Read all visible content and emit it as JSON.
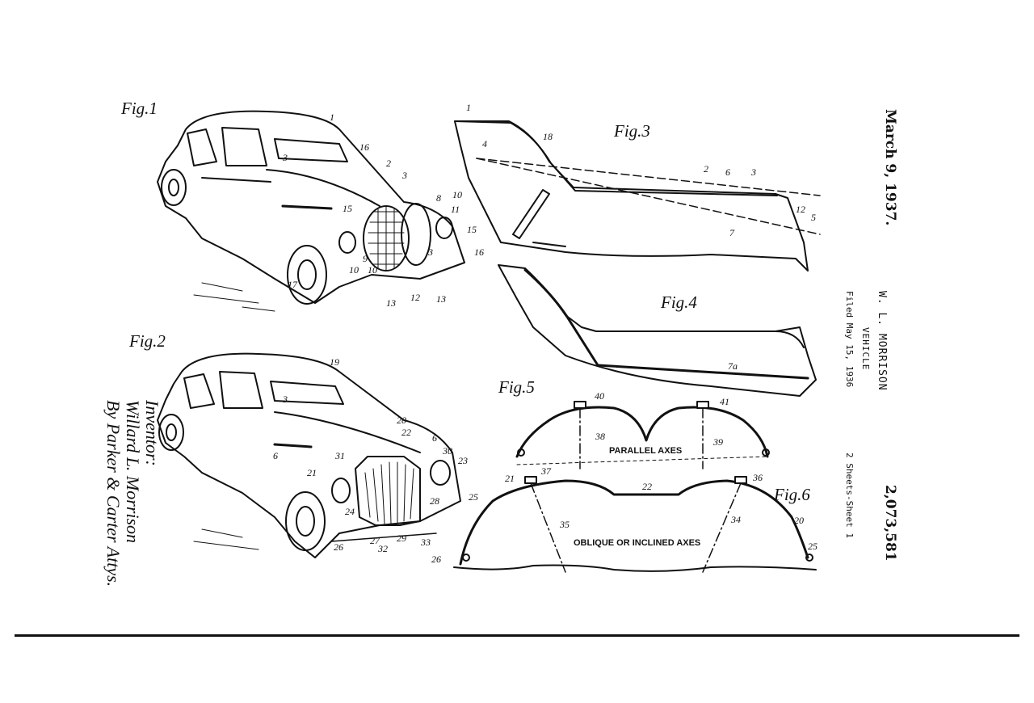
{
  "header": {
    "date": "March 9, 1937.",
    "inventor": "W. L. MORRISON",
    "title": "VEHICLE",
    "filed": "Filed May 15, 1936",
    "sheets": "2 Sheets-Sheet 1",
    "patent_number": "2,073,581"
  },
  "inventor_signature": {
    "line1": "Inventor:",
    "line2": "Willard L. Morrison",
    "line3": "By Parker & Carter Attys."
  },
  "figures": {
    "fig1": "Fig.1",
    "fig2": "Fig.2",
    "fig3": "Fig.3",
    "fig4": "Fig.4",
    "fig5": "Fig.5",
    "fig6": "Fig.6"
  },
  "annotations": {
    "parallel_axes": "PARALLEL AXES",
    "oblique_axes": "OBLIQUE OR INCLINED AXES"
  },
  "reference_numerals": {
    "fig1": [
      "1",
      "16",
      "2",
      "3",
      "3",
      "8",
      "10",
      "11",
      "15",
      "15",
      "16",
      "9",
      "10",
      "10",
      "3",
      "17",
      "13",
      "12",
      "13"
    ],
    "fig2": [
      "19",
      "3",
      "20",
      "22",
      "6",
      "30",
      "6",
      "31",
      "23",
      "21",
      "25",
      "24",
      "28",
      "27",
      "29",
      "32",
      "33",
      "26"
    ],
    "fig3": [
      "1",
      "18",
      "4",
      "2",
      "6",
      "3",
      "12",
      "5",
      "7"
    ],
    "fig4": [
      "7a"
    ],
    "fig5": [
      "40",
      "41",
      "38",
      "39"
    ],
    "fig6": [
      "21",
      "37",
      "22",
      "36",
      "20",
      "35",
      "34",
      "25",
      "26"
    ]
  }
}
